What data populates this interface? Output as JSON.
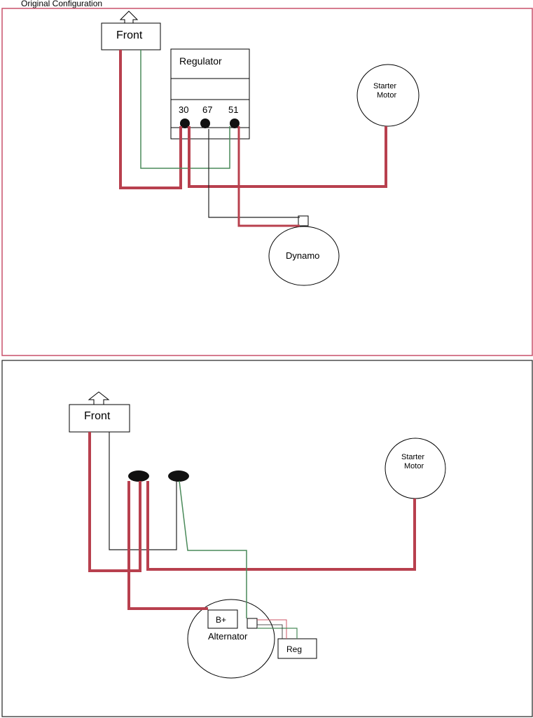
{
  "top_panel": {
    "title": "Original Configuration",
    "front_label": "Front",
    "regulator": {
      "title": "Regulator",
      "terminals": [
        "30",
        "67",
        "51"
      ]
    },
    "starter_label_line1": "Starter",
    "starter_label_line2": "Motor",
    "dynamo_label": "Dynamo"
  },
  "bottom_panel": {
    "front_label": "Front",
    "starter_label_line1": "Starter",
    "starter_label_line2": "Motor",
    "alternator_label": "Alternator",
    "bplus_label": "B+",
    "reg_label": "Reg"
  },
  "colors": {
    "red_wire": "#b8404e",
    "green_wire": "#4a8a5a",
    "black_wire": "#222222",
    "frame": "#c8506a"
  }
}
